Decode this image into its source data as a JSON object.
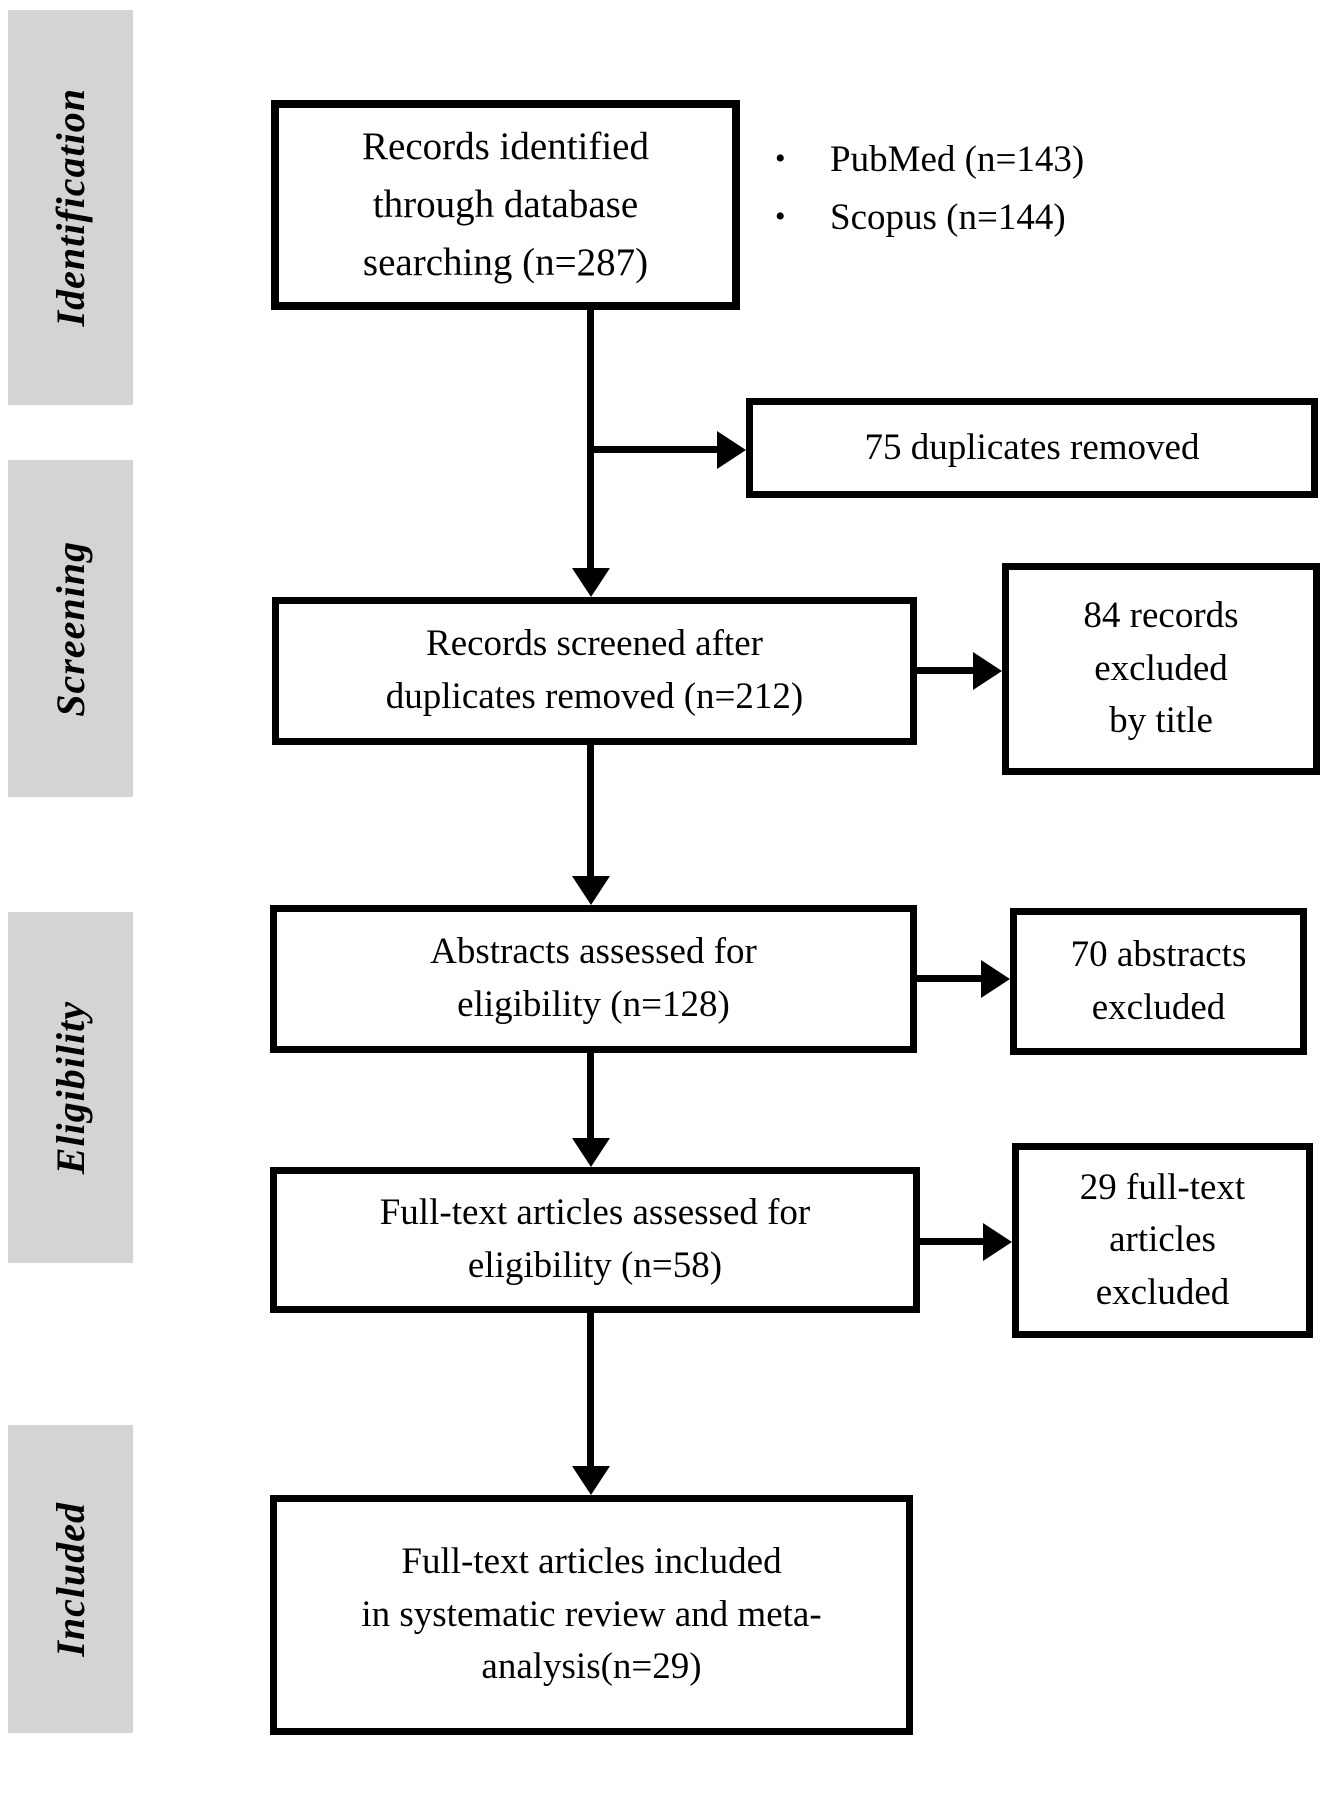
{
  "sidebar": {
    "labels": [
      "Identification",
      "Screening",
      "Eligibility",
      "Included"
    ]
  },
  "flow": {
    "identified": "Records identified\nthrough database\nsearching (n=287)",
    "sources": {
      "bullet": "•",
      "items": [
        "PubMed (n=143)",
        "Scopus (n=144)"
      ]
    },
    "duplicates_removed": "75 duplicates removed",
    "screened": "Records screened after\nduplicates removed (n=212)",
    "excluded_by_title": "84 records\nexcluded\nby title",
    "abstracts_assessed": "Abstracts assessed for\neligibility (n=128)",
    "abstracts_excluded": "70 abstracts\nexcluded",
    "fulltext_assessed": "Full-text articles assessed for\neligibility (n=58)",
    "fulltext_excluded": "29 full-text\narticles\nexcluded",
    "included": "Full-text articles included\nin systematic review and meta-\nanalysis(n=29)"
  },
  "colors": {
    "stage_bar": "#d4d4d4",
    "box_border": "#000000",
    "background": "#ffffff"
  }
}
